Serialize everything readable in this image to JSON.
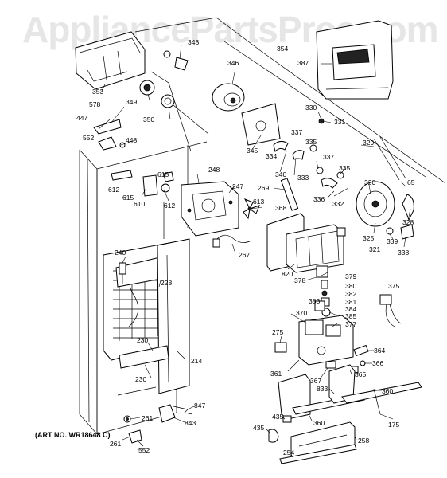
{
  "watermark": "AppliancePartsPros.com",
  "art_number": "(ART NO. WR18648 C)",
  "callouts": [
    {
      "id": "c348",
      "text": "348"
    },
    {
      "id": "c346",
      "text": "346"
    },
    {
      "id": "c354",
      "text": "354"
    },
    {
      "id": "c387",
      "text": "387"
    },
    {
      "id": "c353",
      "text": "353"
    },
    {
      "id": "c349",
      "text": "349"
    },
    {
      "id": "c578",
      "text": "578"
    },
    {
      "id": "c350",
      "text": "350"
    },
    {
      "id": "c447",
      "text": "447"
    },
    {
      "id": "c552a",
      "text": "552"
    },
    {
      "id": "c448",
      "text": "448"
    },
    {
      "id": "c330",
      "text": "330"
    },
    {
      "id": "c331",
      "text": "331"
    },
    {
      "id": "c337a",
      "text": "337"
    },
    {
      "id": "c345",
      "text": "345"
    },
    {
      "id": "c334",
      "text": "334"
    },
    {
      "id": "c335a",
      "text": "335"
    },
    {
      "id": "c329",
      "text": "329"
    },
    {
      "id": "c340",
      "text": "340"
    },
    {
      "id": "c333",
      "text": "333"
    },
    {
      "id": "c337b",
      "text": "337"
    },
    {
      "id": "c335b",
      "text": "335"
    },
    {
      "id": "c612a",
      "text": "612"
    },
    {
      "id": "c615a",
      "text": "615"
    },
    {
      "id": "c615b",
      "text": "615"
    },
    {
      "id": "c248",
      "text": "248"
    },
    {
      "id": "c247",
      "text": "247"
    },
    {
      "id": "c610",
      "text": "610"
    },
    {
      "id": "c612b",
      "text": "612"
    },
    {
      "id": "c269",
      "text": "269"
    },
    {
      "id": "c336",
      "text": "336"
    },
    {
      "id": "c332",
      "text": "332"
    },
    {
      "id": "c320",
      "text": "320"
    },
    {
      "id": "c65",
      "text": "65"
    },
    {
      "id": "c613",
      "text": "613"
    },
    {
      "id": "c368",
      "text": "368"
    },
    {
      "id": "c328",
      "text": "328"
    },
    {
      "id": "c325",
      "text": "325"
    },
    {
      "id": "c339",
      "text": "339"
    },
    {
      "id": "c321",
      "text": "321"
    },
    {
      "id": "c338",
      "text": "338"
    },
    {
      "id": "c267",
      "text": "267"
    },
    {
      "id": "c240",
      "text": "240"
    },
    {
      "id": "c820",
      "text": "820"
    },
    {
      "id": "c228",
      "text": "228"
    },
    {
      "id": "c379",
      "text": "379"
    },
    {
      "id": "c378",
      "text": "378"
    },
    {
      "id": "c380",
      "text": "380"
    },
    {
      "id": "c382",
      "text": "382"
    },
    {
      "id": "c375",
      "text": "375"
    },
    {
      "id": "c381",
      "text": "381"
    },
    {
      "id": "c383",
      "text": "383"
    },
    {
      "id": "c384",
      "text": "384"
    },
    {
      "id": "c385",
      "text": "385"
    },
    {
      "id": "c370",
      "text": "370"
    },
    {
      "id": "c377",
      "text": "377"
    },
    {
      "id": "c230a",
      "text": "230"
    },
    {
      "id": "c275",
      "text": "275"
    },
    {
      "id": "c214",
      "text": "214"
    },
    {
      "id": "c364",
      "text": "364"
    },
    {
      "id": "c366",
      "text": "366"
    },
    {
      "id": "c361",
      "text": "361"
    },
    {
      "id": "c230b",
      "text": "230"
    },
    {
      "id": "c367",
      "text": "367"
    },
    {
      "id": "c365",
      "text": "365"
    },
    {
      "id": "c833",
      "text": "833"
    },
    {
      "id": "c360a",
      "text": "360"
    },
    {
      "id": "c847",
      "text": "847"
    },
    {
      "id": "c261a",
      "text": "261"
    },
    {
      "id": "c843",
      "text": "843"
    },
    {
      "id": "c435a",
      "text": "435"
    },
    {
      "id": "c360b",
      "text": "360"
    },
    {
      "id": "c175",
      "text": "175"
    },
    {
      "id": "c435b",
      "text": "435"
    },
    {
      "id": "c258",
      "text": "258"
    },
    {
      "id": "c261b",
      "text": "261"
    },
    {
      "id": "c552b",
      "text": "552"
    },
    {
      "id": "c254",
      "text": "254"
    }
  ]
}
